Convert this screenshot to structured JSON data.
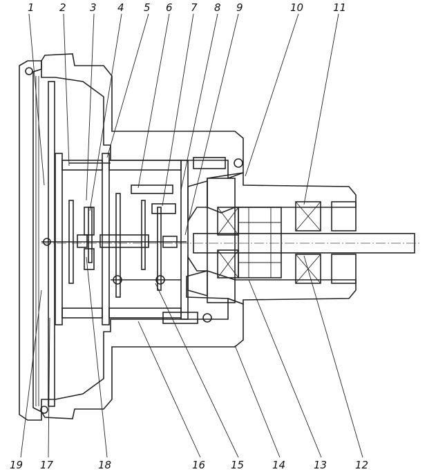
{
  "callouts_top": [
    "1",
    "2",
    "3",
    "4",
    "5",
    "6",
    "7",
    "8",
    "9",
    "10",
    "11"
  ],
  "callouts_bottom": [
    "19",
    "17",
    "18",
    "16",
    "15",
    "14",
    "13",
    "12"
  ],
  "colors": {
    "ink": "#222222",
    "paper": "#ffffff"
  }
}
